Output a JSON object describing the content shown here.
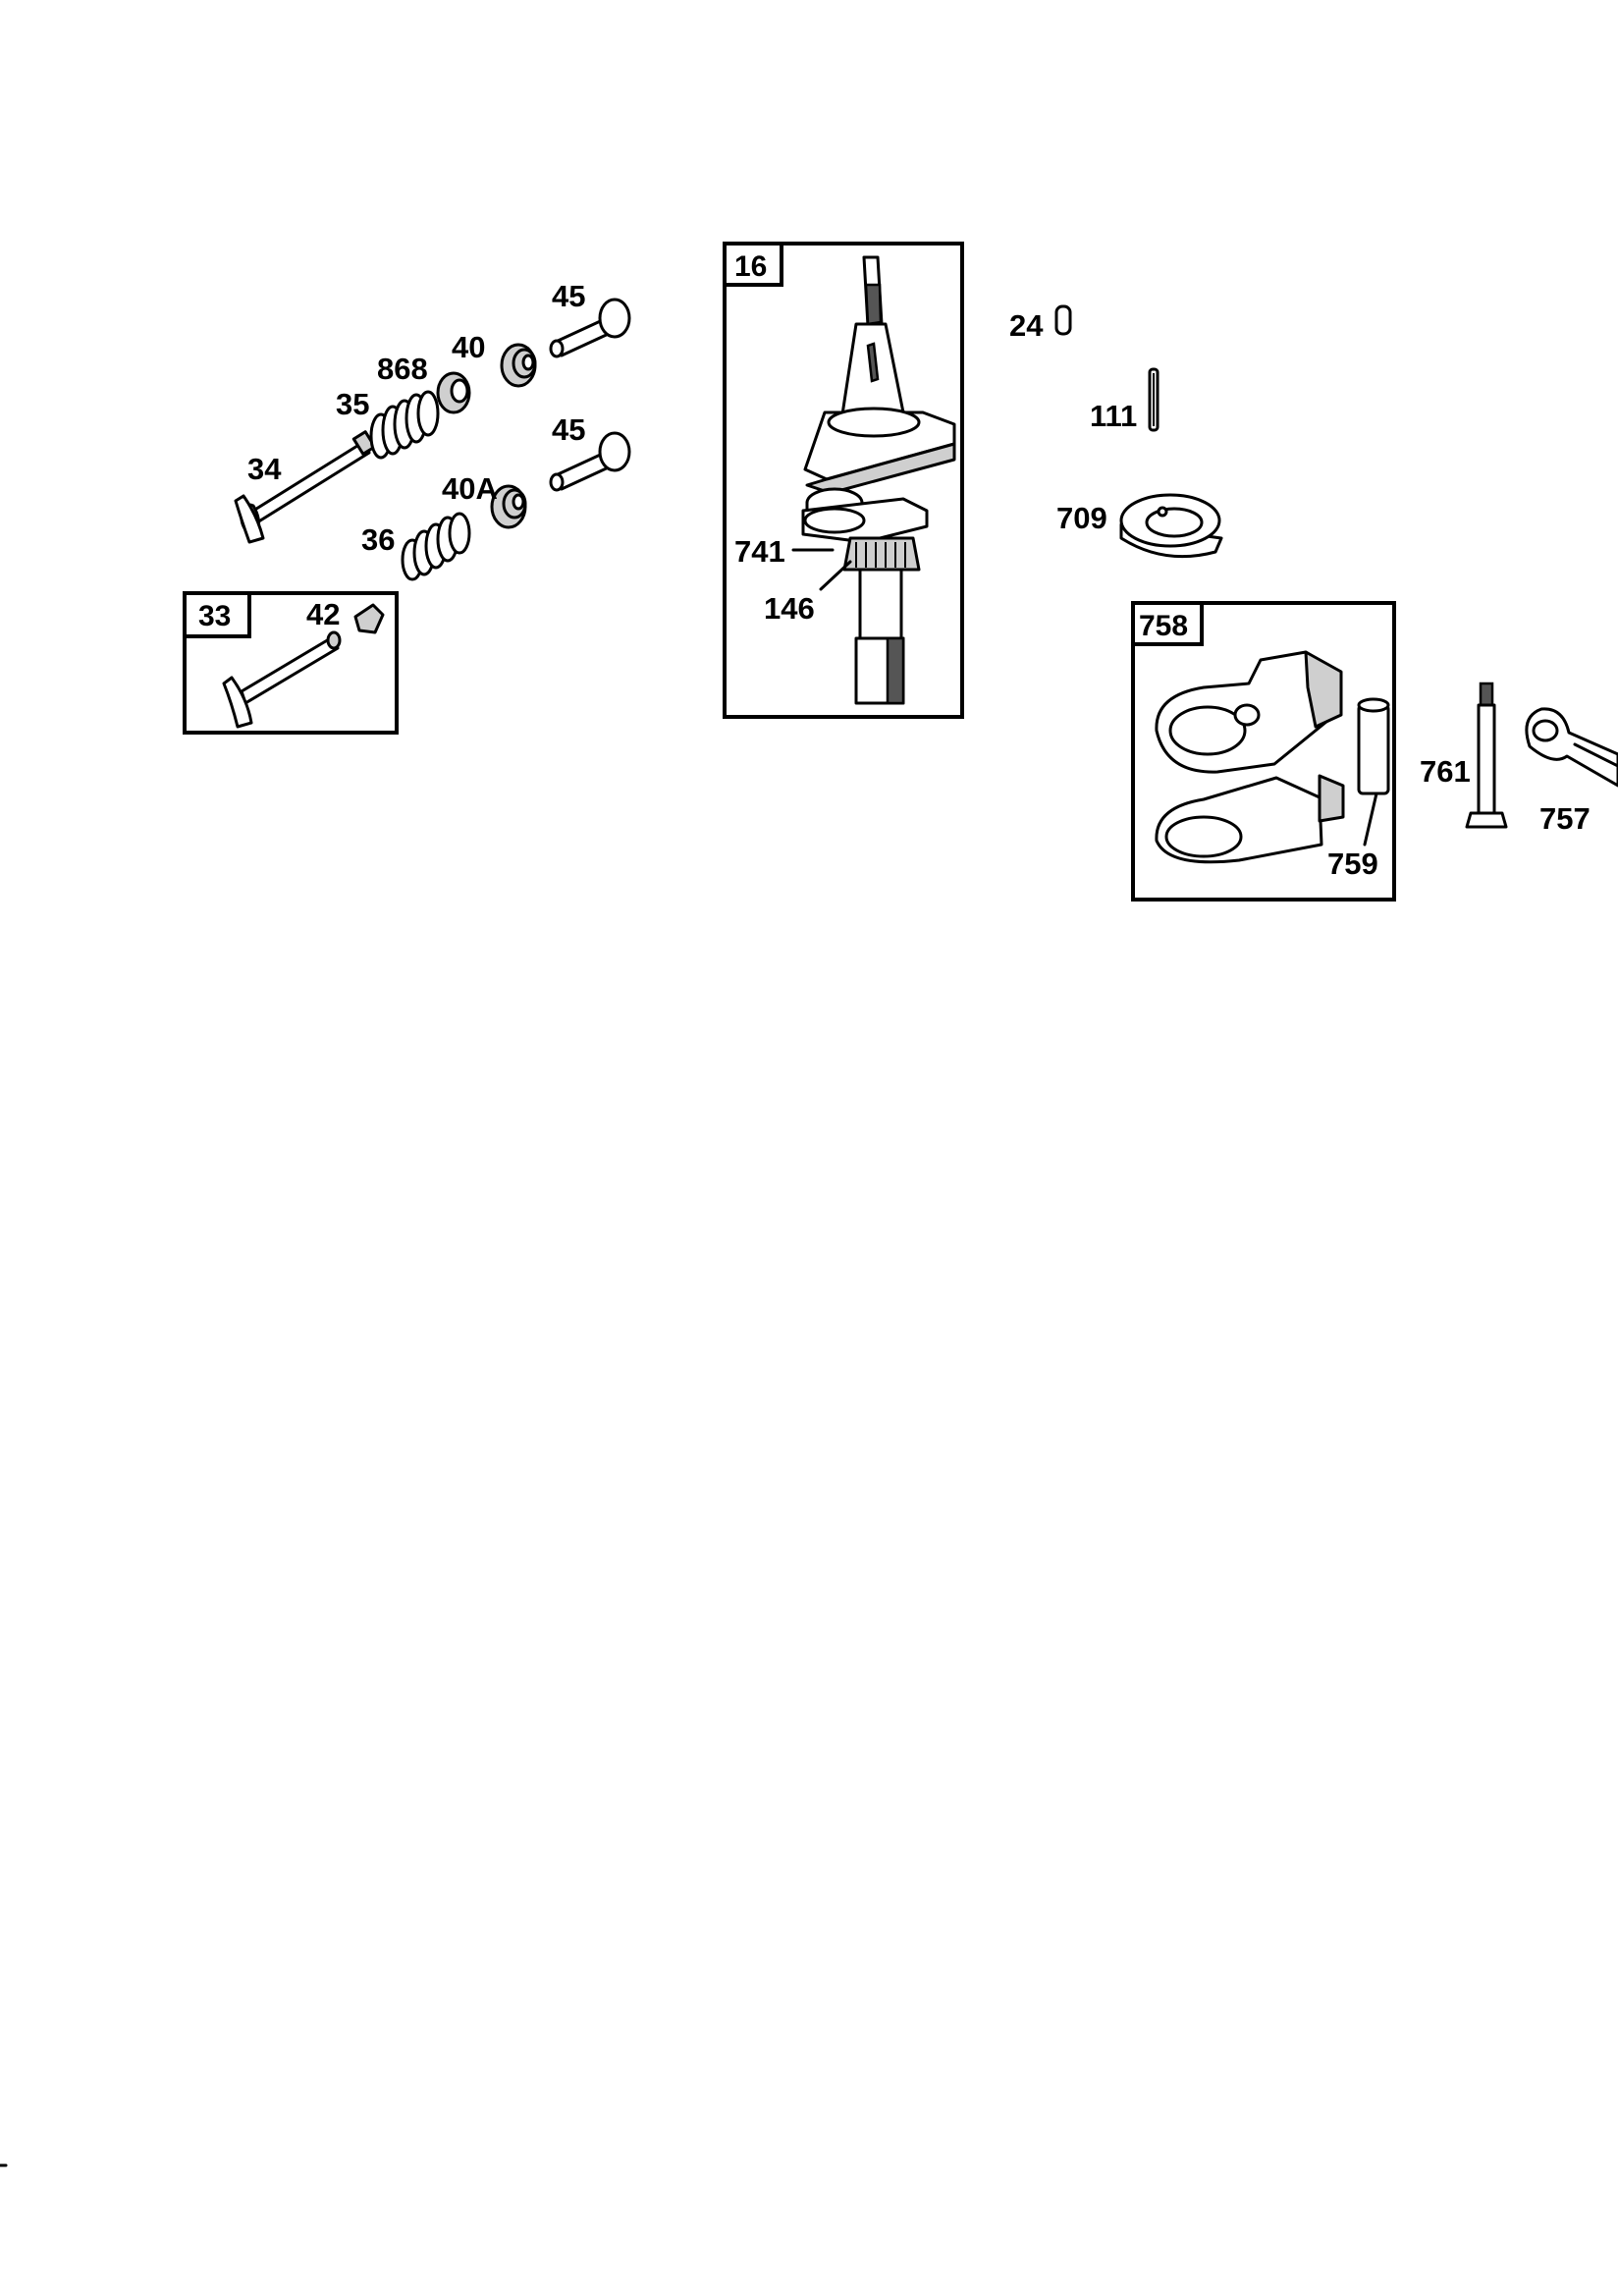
{
  "callouts": {
    "l45a": "45",
    "l40": "40",
    "l868": "868",
    "l35": "35",
    "l34": "34",
    "l45b": "45",
    "l40a": "40A",
    "l36": "36",
    "l33": "33",
    "l42": "42",
    "l16": "16",
    "l741": "741",
    "l146": "146",
    "l24": "24",
    "l111": "111",
    "l709": "709",
    "l758": "758",
    "l759": "759",
    "l761": "761",
    "l757": "757"
  }
}
